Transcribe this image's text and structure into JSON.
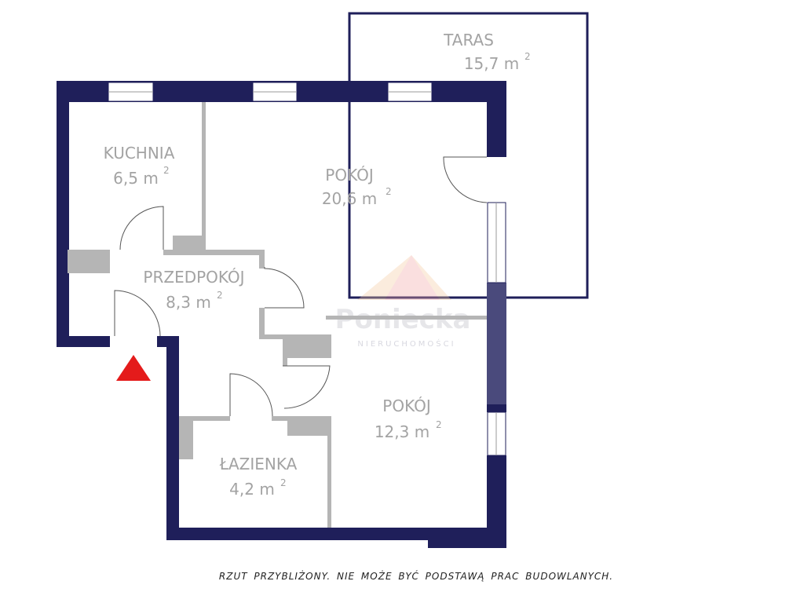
{
  "rooms": [
    {
      "name": "TARAS",
      "area": "15,7 m",
      "unit_sup": "2"
    },
    {
      "name": "KUCHNIA",
      "area": "6,5 m",
      "unit_sup": "2"
    },
    {
      "name": "POKÓJ",
      "area": "20,6 m",
      "unit_sup": "2"
    },
    {
      "name": "PRZEDPOKÓJ",
      "area": "8,3 m",
      "unit_sup": "2"
    },
    {
      "name": "POKÓJ",
      "area": "12,3 m",
      "unit_sup": "2"
    },
    {
      "name": "ŁAZIENKA",
      "area": "4,2 m",
      "unit_sup": "2"
    }
  ],
  "watermark": {
    "brand": "Poniecka",
    "sub": "NIERUCHOMOŚCI"
  },
  "footer_note": "RZUT  PRZYBLIŻONY. NIE MOŻE BYĆ PODSTAWĄ PRAC BUDOWLANYCH.",
  "colors": {
    "wall": "#1f1f5a",
    "entrance_marker": "#e41b1b",
    "label": "#a3a3a3"
  }
}
